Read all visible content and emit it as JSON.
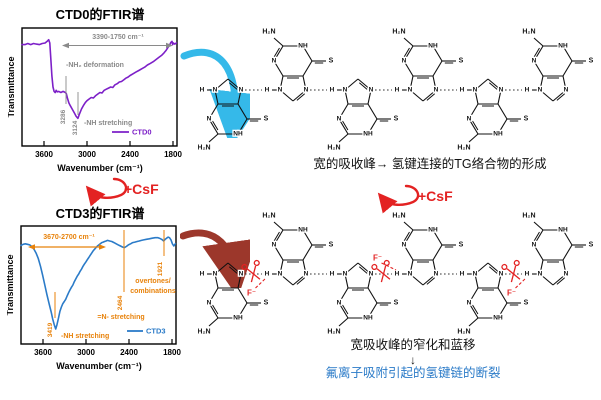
{
  "colors": {
    "purple": "#7D20C8",
    "blue": "#2B7BC8",
    "orange": "#E8820A",
    "gray": "#8A8A8A",
    "cyan": "#35B9E9",
    "dark_red": "#9C372B",
    "red": "#E32222",
    "black": "#111111"
  },
  "top_plot": {
    "title": "CTD0的FTIR谱",
    "ylabel": "Transmittance",
    "xlabel": "Wavenumber (cm⁻¹)",
    "xticks": [
      "3600",
      "3000",
      "2400",
      "1800"
    ],
    "range_label": "3390-1750 cm⁻¹",
    "ann_deformation": "-NH₂ deformation",
    "peak1": "3286",
    "peak2": "3124",
    "ann_stretching": "-NH stretching",
    "legend": "CTD0"
  },
  "bottom_plot": {
    "title": "CTD3的FTIR谱",
    "ylabel": "Transmittance",
    "xlabel": "Wavenumber (cm⁻¹)",
    "xticks": [
      "3600",
      "3000",
      "2400",
      "1800"
    ],
    "range_label": "3670-2700 cm⁻¹",
    "peak1": "3419",
    "ann_nh": "-NH stretching",
    "peak2": "2464",
    "ann_n": "=N- stretching",
    "peak3": "1921",
    "ann_overtones_1": "overtones/",
    "ann_overtones_2": "combinations",
    "legend": "CTD3"
  },
  "arrows": {
    "csf_left": "+CsF",
    "csf_right": "+CsF"
  },
  "captions": {
    "top": "宽的吸收峰→ 氢键连接的TG络合物的形成",
    "mid1": "宽吸收峰的窄化和蓝移",
    "down_arrow": "↓",
    "mid2": "氟离子吸附引起的氢键链的断裂"
  },
  "molecule": {
    "amine": "H₂N",
    "nh": "NH",
    "n": "N",
    "s": "S",
    "h": "H",
    "fluoride": "F⁻"
  },
  "chains": {
    "top": {
      "orientations": [
        "down",
        "up",
        "down",
        "up",
        "down",
        "up"
      ],
      "cuts": []
    },
    "bottom": {
      "orientations": [
        "down",
        "up",
        "down",
        "up",
        "down",
        "up"
      ],
      "cuts": [
        {
          "link": 0,
          "f": "below"
        },
        {
          "link": 2,
          "f": "above"
        },
        {
          "link": 4,
          "f": "below"
        }
      ]
    }
  },
  "chart_data": [
    {
      "type": "line",
      "title": "CTD0的FTIR谱",
      "xlabel": "Wavenumber (cm⁻¹)",
      "ylabel": "Transmittance",
      "x_range": [
        3900,
        1750
      ],
      "x_ticks": [
        3600,
        3000,
        2400,
        1800
      ],
      "band_label": "3390-1750 cm⁻¹",
      "peaks_labeled": [
        3286,
        3124
      ],
      "legend_position": "lower right",
      "series": [
        {
          "name": "CTD0",
          "color": "#7D20C8",
          "points": [
            [
              3900,
              0.885
            ],
            [
              3860,
              0.885
            ],
            [
              3820,
              0.895
            ],
            [
              3780,
              0.885
            ],
            [
              3740,
              0.895
            ],
            [
              3700,
              0.89
            ],
            [
              3660,
              0.885
            ],
            [
              3620,
              0.895
            ],
            [
              3580,
              0.9
            ],
            [
              3550,
              0.915
            ],
            [
              3530,
              0.93
            ],
            [
              3515,
              0.9
            ],
            [
              3500,
              0.76
            ],
            [
              3485,
              0.6
            ],
            [
              3470,
              0.5
            ],
            [
              3455,
              0.46
            ],
            [
              3440,
              0.45
            ],
            [
              3425,
              0.47
            ],
            [
              3410,
              0.455
            ],
            [
              3390,
              0.46
            ],
            [
              3360,
              0.45
            ],
            [
              3330,
              0.46
            ],
            [
              3300,
              0.45
            ],
            [
              3286,
              0.44
            ],
            [
              3270,
              0.4
            ],
            [
              3250,
              0.355
            ],
            [
              3230,
              0.33
            ],
            [
              3200,
              0.295
            ],
            [
              3170,
              0.26
            ],
            [
              3150,
              0.235
            ],
            [
              3124,
              0.215
            ],
            [
              3100,
              0.26
            ],
            [
              3075,
              0.3
            ],
            [
              3050,
              0.33
            ],
            [
              3020,
              0.36
            ],
            [
              3000,
              0.375
            ],
            [
              2970,
              0.39
            ],
            [
              2940,
              0.405
            ],
            [
              2910,
              0.4
            ],
            [
              2880,
              0.42
            ],
            [
              2850,
              0.435
            ],
            [
              2820,
              0.45
            ],
            [
              2790,
              0.445
            ],
            [
              2760,
              0.47
            ],
            [
              2730,
              0.48
            ],
            [
              2700,
              0.49
            ],
            [
              2670,
              0.5
            ],
            [
              2640,
              0.495
            ],
            [
              2610,
              0.52
            ],
            [
              2580,
              0.53
            ],
            [
              2550,
              0.545
            ],
            [
              2520,
              0.55
            ],
            [
              2490,
              0.565
            ],
            [
              2460,
              0.58
            ],
            [
              2430,
              0.59
            ],
            [
              2400,
              0.605
            ],
            [
              2360,
              0.62
            ],
            [
              2320,
              0.635
            ],
            [
              2280,
              0.65
            ],
            [
              2240,
              0.665
            ],
            [
              2200,
              0.68
            ],
            [
              2160,
              0.7
            ],
            [
              2120,
              0.715
            ],
            [
              2080,
              0.73
            ],
            [
              2040,
              0.75
            ],
            [
              2000,
              0.77
            ],
            [
              1960,
              0.79
            ],
            [
              1930,
              0.81
            ],
            [
              1900,
              0.835
            ],
            [
              1870,
              0.865
            ],
            [
              1850,
              0.885
            ],
            [
              1835,
              0.905
            ],
            [
              1820,
              0.915
            ],
            [
              1810,
              0.885
            ],
            [
              1800,
              0.9
            ],
            [
              1780,
              0.89
            ],
            [
              1760,
              0.9
            ]
          ]
        }
      ]
    },
    {
      "type": "line",
      "title": "CTD3的FTIR谱",
      "xlabel": "Wavenumber (cm⁻¹)",
      "ylabel": "Transmittance",
      "x_range": [
        3900,
        1750
      ],
      "x_ticks": [
        3600,
        3000,
        2400,
        1800
      ],
      "band_label": "3670-2700 cm⁻¹",
      "peaks_labeled": [
        3419,
        2464,
        1921
      ],
      "legend_position": "lower right",
      "series": [
        {
          "name": "CTD3",
          "color": "#2B7BC8",
          "points": [
            [
              3900,
              0.86
            ],
            [
              3870,
              0.87
            ],
            [
              3840,
              0.875
            ],
            [
              3810,
              0.87
            ],
            [
              3780,
              0.865
            ],
            [
              3750,
              0.85
            ],
            [
              3720,
              0.825
            ],
            [
              3690,
              0.79
            ],
            [
              3660,
              0.74
            ],
            [
              3630,
              0.67
            ],
            [
              3600,
              0.59
            ],
            [
              3570,
              0.5
            ],
            [
              3540,
              0.41
            ],
            [
              3510,
              0.33
            ],
            [
              3480,
              0.25
            ],
            [
              3460,
              0.19
            ],
            [
              3440,
              0.14
            ],
            [
              3419,
              0.1
            ],
            [
              3400,
              0.14
            ],
            [
              3380,
              0.2
            ],
            [
              3360,
              0.26
            ],
            [
              3340,
              0.3
            ],
            [
              3320,
              0.33
            ],
            [
              3300,
              0.35
            ],
            [
              3280,
              0.37
            ],
            [
              3260,
              0.4
            ],
            [
              3240,
              0.43
            ],
            [
              3220,
              0.455
            ],
            [
              3200,
              0.48
            ],
            [
              3180,
              0.5
            ],
            [
              3160,
              0.53
            ],
            [
              3140,
              0.555
            ],
            [
              3120,
              0.58
            ],
            [
              3100,
              0.6
            ],
            [
              3080,
              0.625
            ],
            [
              3060,
              0.645
            ],
            [
              3040,
              0.67
            ],
            [
              3020,
              0.69
            ],
            [
              3000,
              0.71
            ],
            [
              2980,
              0.73
            ],
            [
              2960,
              0.75
            ],
            [
              2940,
              0.77
            ],
            [
              2920,
              0.79
            ],
            [
              2900,
              0.81
            ],
            [
              2880,
              0.825
            ],
            [
              2860,
              0.84
            ],
            [
              2840,
              0.855
            ],
            [
              2820,
              0.865
            ],
            [
              2800,
              0.875
            ],
            [
              2780,
              0.885
            ],
            [
              2760,
              0.89
            ],
            [
              2740,
              0.895
            ],
            [
              2720,
              0.9
            ],
            [
              2700,
              0.905
            ],
            [
              2670,
              0.9
            ],
            [
              2640,
              0.895
            ],
            [
              2610,
              0.885
            ],
            [
              2580,
              0.875
            ],
            [
              2550,
              0.865
            ],
            [
              2520,
              0.855
            ],
            [
              2490,
              0.845
            ],
            [
              2464,
              0.84
            ],
            [
              2440,
              0.85
            ],
            [
              2410,
              0.865
            ],
            [
              2380,
              0.875
            ],
            [
              2350,
              0.885
            ],
            [
              2320,
              0.89
            ],
            [
              2290,
              0.895
            ],
            [
              2260,
              0.9
            ],
            [
              2230,
              0.905
            ],
            [
              2200,
              0.91
            ],
            [
              2160,
              0.915
            ],
            [
              2120,
              0.92
            ],
            [
              2080,
              0.925
            ],
            [
              2040,
              0.93
            ],
            [
              2000,
              0.93
            ],
            [
              1980,
              0.925
            ],
            [
              1950,
              0.915
            ],
            [
              1921,
              0.9
            ],
            [
              1900,
              0.915
            ],
            [
              1880,
              0.925
            ],
            [
              1860,
              0.935
            ],
            [
              1840,
              0.93
            ],
            [
              1820,
              0.91
            ],
            [
              1800,
              0.875
            ],
            [
              1780,
              0.855
            ],
            [
              1760,
              0.875
            ]
          ]
        }
      ]
    }
  ]
}
